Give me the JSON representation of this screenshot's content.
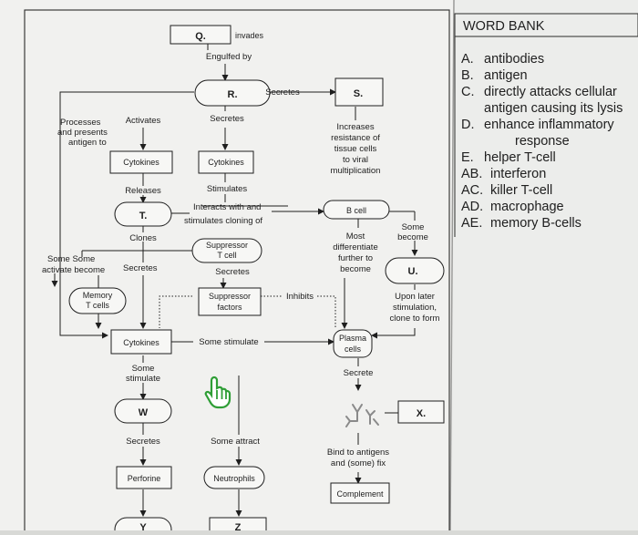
{
  "diagram": {
    "nodes": {
      "q": "Q.",
      "r": "R.",
      "s": "S.",
      "t": "T.",
      "u": "U.",
      "w": "W",
      "x": "X.",
      "y": "Y",
      "z": "Z",
      "cytokines_1": "Cytokines",
      "cytokines_2": "Cytokines",
      "cytokines_3": "Cytokines",
      "b_cell": "B cell",
      "suppressor_t_cell_1": "Suppressor",
      "suppressor_t_cell_2": "T cell",
      "memory_t_cells_1": "Memory",
      "memory_t_cells_2": "T cells",
      "suppressor_factors_1": "Suppressor",
      "suppressor_factors_2": "factors",
      "plasma_cells_1": "Plasma",
      "plasma_cells_2": "cells",
      "perforine": "Perforine",
      "neutrophils": "Neutrophils",
      "complement": "Complement"
    },
    "labels": {
      "invades": "invades",
      "engulfed_by": "Engulfed by",
      "secretes_rs": "Secretes",
      "secretes_r": "Secretes",
      "processes_1": "Processes",
      "processes_2": "and presents",
      "processes_3": "antigen to",
      "activates": "Activates",
      "increases_1": "Increases",
      "increases_2": "resistance of",
      "increases_3": "tissue cells",
      "increases_4": "to viral",
      "increases_5": "multiplication",
      "releases": "Releases",
      "stimulates": "Stimulates",
      "interacts_1": "Interacts with and",
      "interacts_2": "stimulates cloning of",
      "clones": "Clones",
      "some_become_1": "Some",
      "some_become_2": "become",
      "most_1": "Most",
      "most_2": "differentiate",
      "most_3": "further to",
      "most_4": "become",
      "some_some_1": "Some   Some",
      "some_some_2": "activate become",
      "secretes_t": "Secretes",
      "secretes_sup": "Secretes",
      "inhibits": "Inhibits",
      "upon_1": "Upon later",
      "upon_2": "stimulation,",
      "upon_3": "clone to form",
      "some_stimulate": "Some stimulate",
      "some_stimulate_w_1": "Some",
      "some_stimulate_w_2": "stimulate",
      "secrete_plasma": "Secrete",
      "secretes_w": "Secretes",
      "some_attract": "Some attract",
      "bind_1": "Bind to antigens",
      "bind_2": "and (some) fix"
    }
  },
  "word_bank": {
    "title": "WORD BANK",
    "items": [
      {
        "key": "A.",
        "text": "antibodies"
      },
      {
        "key": "B.",
        "text": "antigen"
      },
      {
        "key": "C.",
        "text": "directly attacks cellular"
      },
      {
        "key": "",
        "text": "antigen causing its lysis"
      },
      {
        "key": "D.",
        "text": "enhance inflammatory"
      },
      {
        "key": "",
        "text": "response"
      },
      {
        "key": "E.",
        "text": "helper T-cell"
      },
      {
        "key": "AB.",
        "text": "interferon"
      },
      {
        "key": "AC.",
        "text": "killer T-cell"
      },
      {
        "key": "AD.",
        "text": "macrophage"
      },
      {
        "key": "AE.",
        "text": "memory B-cells"
      }
    ]
  },
  "colors": {
    "background": "#d8d9d6",
    "paper": "#f3f3f1",
    "ink": "#1e1e1e",
    "cursor": "#33b93c"
  },
  "icons": [
    "hand-pointer-icon",
    "antibody-icon"
  ]
}
